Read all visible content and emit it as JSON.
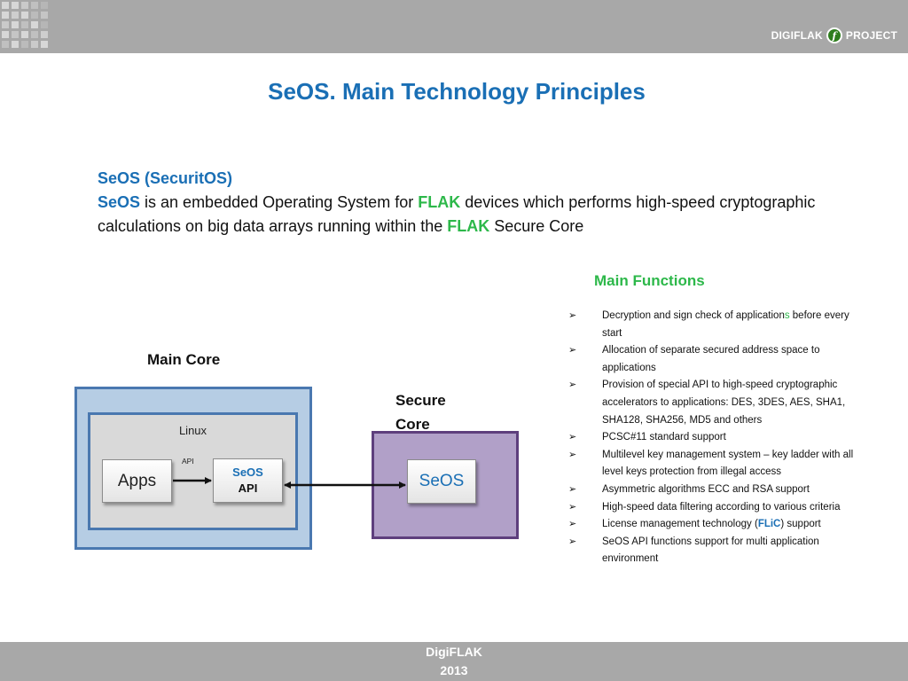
{
  "header": {
    "brand_name": "DIGIFLAK",
    "brand_logo_letter": "f",
    "brand_suffix": "PROJECT",
    "bar_color": "#a8a8a8"
  },
  "title": "SeOS. Main Technology Principles",
  "intro": {
    "heading": "SeOS (SecuritOS)",
    "seos": "SeOS",
    "text1": " is an embedded Operating System  for ",
    "flak": "FLAK",
    "text2": " devices which performs high-speed cryptographic calculations  on  big data arrays running within the ",
    "text3": " Secure Core"
  },
  "main_functions": {
    "title": "Main Functions",
    "bullet": "➢",
    "items": [
      {
        "a": "Decryption and sign check of application",
        "green": "s",
        "b": " before every start"
      },
      {
        "a": "Allocation of separate secured address space to applications"
      },
      {
        "a": "Provision of special API to high-speed cryptographic accelerators to applications: DES, 3DES, AES, SHA1, SHA128, SHA256, MD5 and others"
      },
      {
        "a": "PCSC#11 standard support"
      },
      {
        "a": "Multilevel key management system – key ladder with all level keys protection from illegal access"
      },
      {
        "a": "Asymmetric algorithms ECC and RSA support"
      },
      {
        "a": "High-speed data filtering according to various criteria"
      },
      {
        "a": "License management technology (",
        "blue": "FLiC",
        "b": ") support"
      },
      {
        "a": "SeOS API functions support for multi application environment"
      }
    ]
  },
  "diagram": {
    "main_core_label": "Main Core",
    "secure_core_label": "Secure Core",
    "linux_label": "Linux",
    "api_label": "API",
    "apps_label": "Apps",
    "seos_api_line1": "SeOS",
    "seos_api_line2": "API",
    "seos_label": "SeOS",
    "colors": {
      "main_core_fill": "#b6cde4",
      "main_core_border": "#4a78b0",
      "secure_core_fill": "#b1a0c8",
      "secure_core_border": "#5e3f7d",
      "linux_fill": "#d9d9d9"
    }
  },
  "footer": {
    "line1": "DigiFLAK",
    "line2": "2013"
  },
  "colors": {
    "title_blue": "#1a6fb5",
    "accent_green": "#2db84a"
  }
}
